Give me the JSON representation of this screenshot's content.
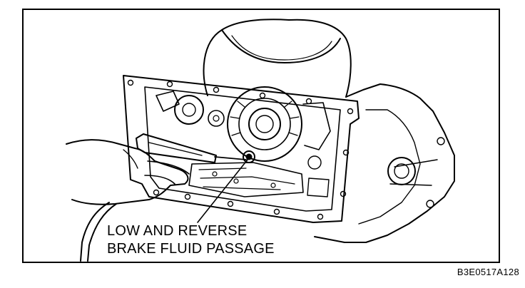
{
  "diagram": {
    "callout": {
      "line1": "LOW AND REVERSE",
      "line2": "BRAKE FLUID PASSAGE"
    },
    "figure_code": "B3E0517A128"
  },
  "colors": {
    "ink": "#000000",
    "paper": "#ffffff"
  }
}
